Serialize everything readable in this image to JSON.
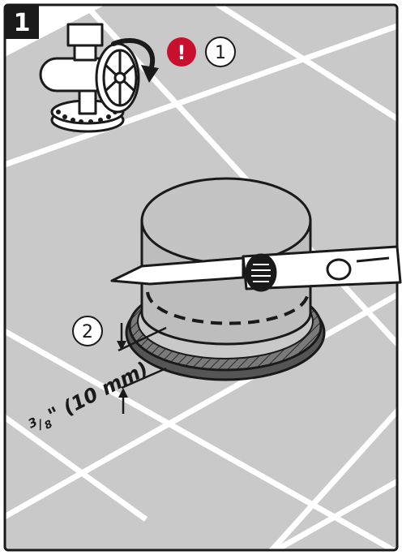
{
  "step": {
    "number": "1"
  },
  "callouts": {
    "warning_symbol": "!",
    "first": "1",
    "second": "2"
  },
  "measurement": {
    "whole": "3",
    "fraction_den": "8",
    "text": "\" (10 mm)"
  },
  "colors": {
    "floor": "#c8c8c8",
    "grout": "#ffffff",
    "outline": "#1a1a1a",
    "warning_red": "#c8102e",
    "cylinder": "#bdbdbd",
    "step_badge": "#1a1a1a"
  },
  "icons": {
    "valve": "shutoff-valve-icon",
    "rotate_arrow": "clockwise-arrow-icon",
    "warning": "warning-icon",
    "knife": "utility-knife-icon"
  }
}
